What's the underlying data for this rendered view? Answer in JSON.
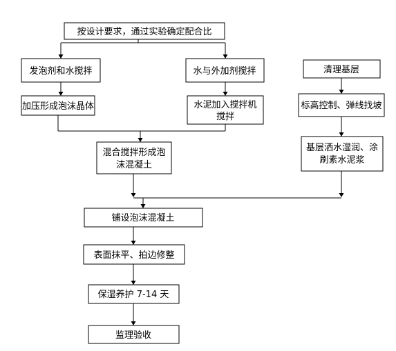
{
  "steps": {
    "design": "按设计要求，通过实验确定配合比",
    "foam_mix": "发泡剂和水搅拌",
    "foam_crystal": "加压形成泡沫晶体",
    "water_additive": "水与外加剂搅拌",
    "cement_mixer_1": "水泥加入搅拌机",
    "cement_mixer_2": "搅拌",
    "mixed_foam_1": "混合搅拌形成泡",
    "mixed_foam_2": "沫混凝土",
    "clean_base": "清理基层",
    "elevation": "标高控制、弹线找坡",
    "wet_base_1": "基层洒水湿润、涂",
    "wet_base_2": "刷素水泥浆",
    "lay_concrete": "铺设泡沫混凝土",
    "smooth": "表面抹平、拍边修整",
    "curing": "保湿养护 7-14 天",
    "inspection": "监理验收"
  }
}
